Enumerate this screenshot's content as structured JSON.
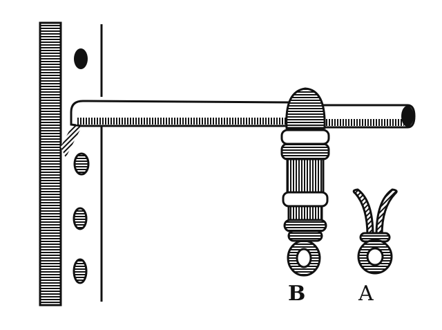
{
  "illustration": {
    "description": "Woodcut engraving of a T-shaped key/rod mounted to a wall with a hanging tassel-like piece and a separate ring piece",
    "labels": {
      "b": "B",
      "a": "A"
    },
    "colors": {
      "ink": "#111111",
      "paper": "#ffffff"
    }
  }
}
